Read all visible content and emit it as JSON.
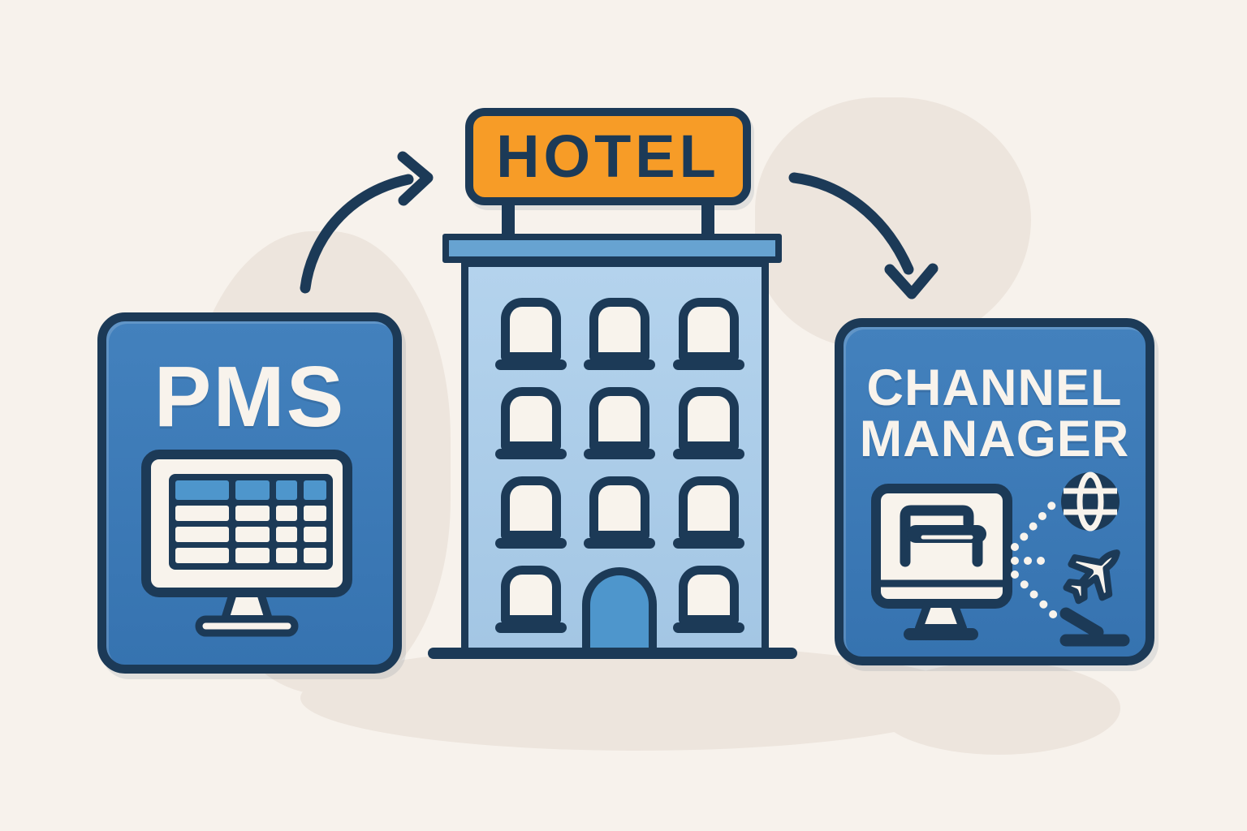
{
  "labels": {
    "pms_title": "PMS",
    "hotel_sign": "HOTEL",
    "channel_title_line1": "CHANNEL",
    "channel_title_line2": "MANAGER"
  },
  "colors": {
    "background": "#F7F2EC",
    "blob": "#EDE5DD",
    "navy": "#1C3A57",
    "card_blue": "#3A79B7",
    "building_light_blue": "#A9CCE8",
    "roof_blue": "#67A3D1",
    "door_blue": "#4E96CC",
    "sign_orange": "#F79C27",
    "cream": "#F8F3EC"
  },
  "icons": {
    "pms_icon": "monitor-spreadsheet-icon",
    "channel_monitor_icon": "monitor-bed-icon",
    "globe": "globe-icon",
    "plane": "airplane-icon",
    "runway": "runway-icon",
    "arrow_pms_to_hotel": "curved-arrow-up-right-icon",
    "arrow_hotel_to_channel": "curved-arrow-down-right-icon"
  }
}
